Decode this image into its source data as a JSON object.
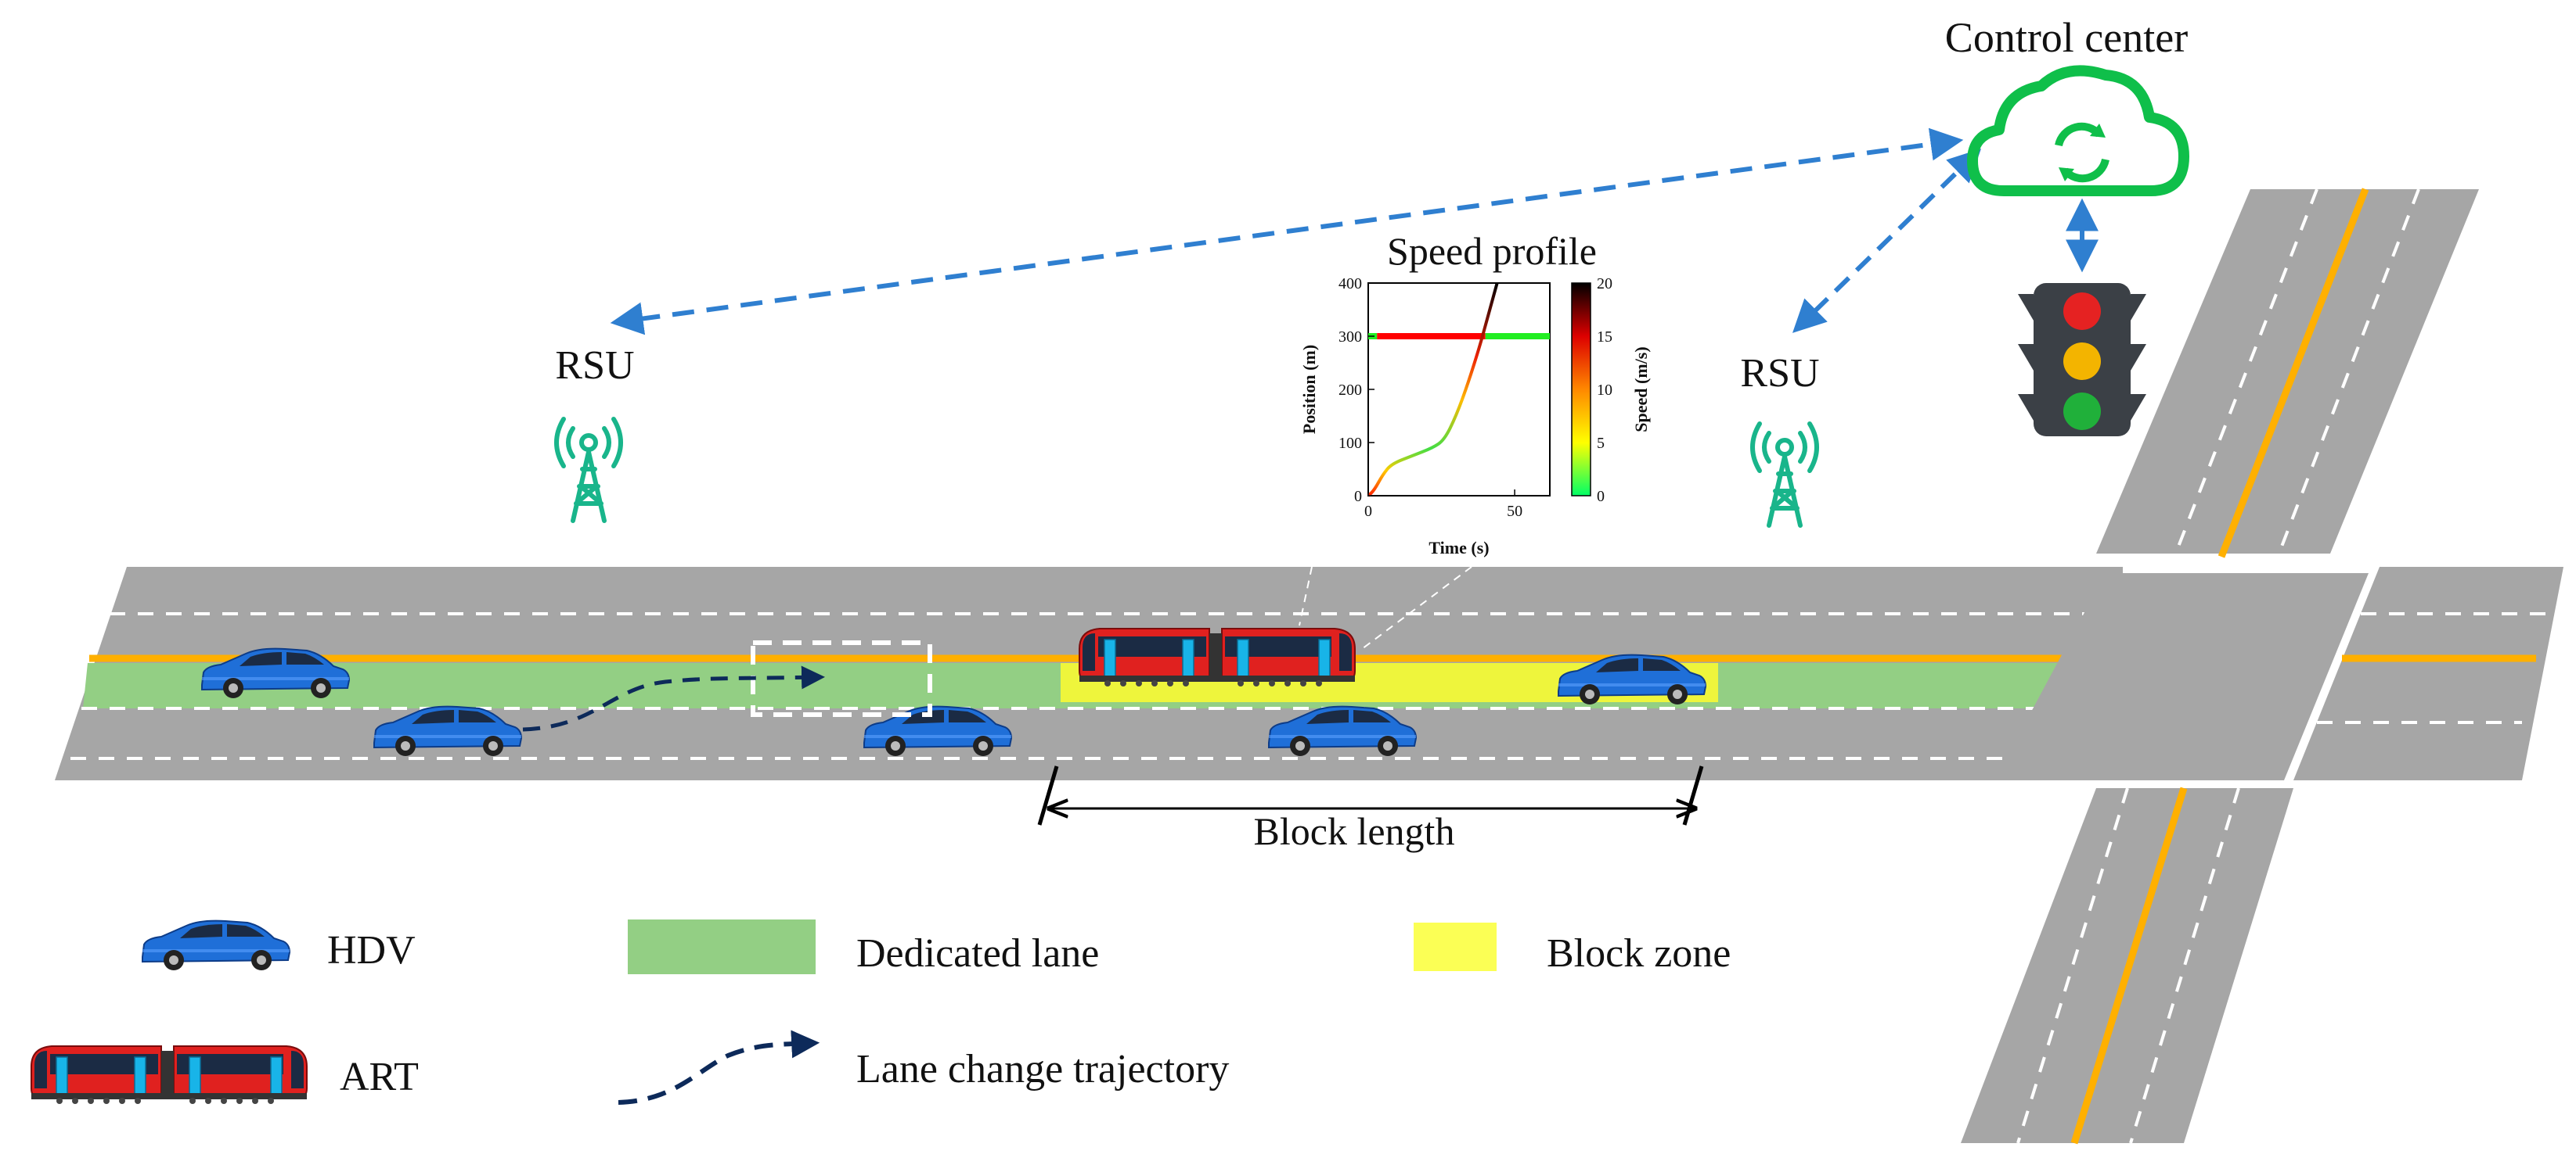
{
  "labels": {
    "control_center": "Control center",
    "rsu_left": "RSU",
    "rsu_right": "RSU",
    "speed_profile": "Speed profile",
    "block_length": "Block length"
  },
  "legend": {
    "hdv": "HDV",
    "art": "ART",
    "dedicated_lane": "Dedicated lane",
    "block_zone": "Block zone",
    "lane_change": "Lane change trajectory"
  },
  "colors": {
    "road": "#a6a6a6",
    "dedicated_lane": "#93cf84",
    "block_zone": "#eef53c",
    "center_line": "#ffb000",
    "comm_link": "#2f7fd0",
    "cloud": "#0fbf4a",
    "rsu": "#19b58b",
    "car": "#1f6fd8",
    "art_body": "#e0211f",
    "trajectory": "#0d2a5a"
  },
  "chart_data": {
    "type": "line",
    "title": "Speed profile",
    "xlabel": "Time (s)",
    "ylabel": "Position (m)",
    "colorbar_label": "Speed (m/s)",
    "xlim": [
      0,
      62
    ],
    "ylim": [
      0,
      400
    ],
    "xticks": [
      "0",
      "50"
    ],
    "yticks": [
      "0",
      "100",
      "200",
      "300",
      "400"
    ],
    "colorbar_ticks": [
      "0",
      "5",
      "10",
      "15",
      "20"
    ],
    "colorbar_range": [
      0,
      20
    ],
    "signal_position": 300,
    "signal_phases": [
      {
        "state": "green",
        "t_start": 0,
        "t_end": 3
      },
      {
        "state": "red",
        "t_start": 3,
        "t_end": 40
      },
      {
        "state": "green",
        "t_start": 40,
        "t_end": 62
      }
    ],
    "trajectory": [
      {
        "t": 0,
        "pos": 0,
        "speed": 0
      },
      {
        "t": 2,
        "pos": 10,
        "speed": 6
      },
      {
        "t": 5,
        "pos": 40,
        "speed": 8
      },
      {
        "t": 8,
        "pos": 60,
        "speed": 3
      },
      {
        "t": 15,
        "pos": 75,
        "speed": 1
      },
      {
        "t": 22,
        "pos": 90,
        "speed": 2
      },
      {
        "t": 26,
        "pos": 105,
        "speed": 6
      },
      {
        "t": 30,
        "pos": 150,
        "speed": 11
      },
      {
        "t": 34,
        "pos": 210,
        "speed": 14
      },
      {
        "t": 38,
        "pos": 280,
        "speed": 17
      },
      {
        "t": 40,
        "pos": 320,
        "speed": 18
      },
      {
        "t": 44,
        "pos": 400,
        "speed": 20
      }
    ]
  }
}
